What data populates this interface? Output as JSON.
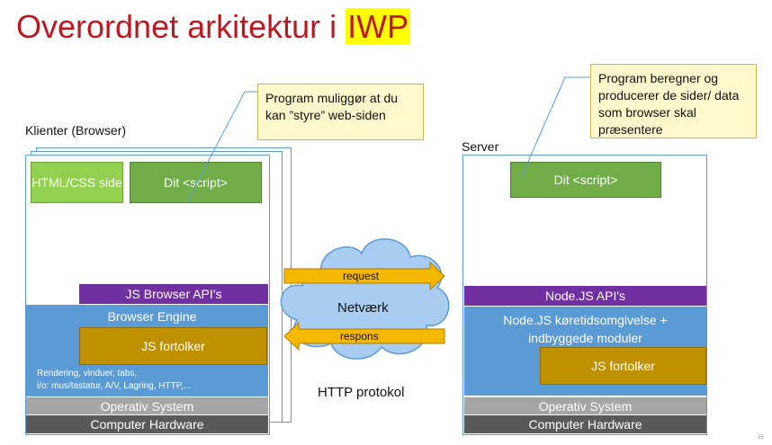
{
  "title": {
    "main": "Overordnet arkitektur i ",
    "highlight": "IWP"
  },
  "client": {
    "label": "Klienter (Browser)",
    "html_css": "HTML/CSS side",
    "script": "Dit <script>",
    "browser_api": "JS Browser API's",
    "browser_engine": "Browser Engine",
    "js_interpreter": "JS fortolker",
    "details_line1": "Rendering, vinduer, tabs,",
    "details_line2": "i/o: mus/tastatur, A/V, Lagring, HTTP,...",
    "os": "Operativ System",
    "hardware": "Computer Hardware"
  },
  "client_note": "Program muliggør at du kan ”styre” web-siden",
  "server": {
    "label": "Server",
    "script": "Dit <script>",
    "node_api": "Node.JS API's",
    "runtime": "Node.JS køretidsomgivelse + indbyggede moduler",
    "js_interpreter": "JS fortolker",
    "os": "Operativ System",
    "hardware": "Computer Hardware"
  },
  "server_note": "Program beregner og producerer de sider/ data som browser skal præsentere",
  "network": {
    "cloud_label": "Netværk",
    "request": "request",
    "response": "respons",
    "protocol": "HTTP protokol"
  },
  "page_number": "15",
  "colors": {
    "title": "#c0161e",
    "highlight": "#ffff00",
    "frame": "#5b9bd5",
    "green": "#70ad47",
    "lightgreen": "#92d050",
    "purple": "#7030a0",
    "blue": "#5b9bd5",
    "gold": "#bf9000",
    "os": "#a5a5a5",
    "hardware": "#595959",
    "cloud": "#a9cdf0",
    "arrow": "#f5b800",
    "note": "#fff8cc"
  }
}
